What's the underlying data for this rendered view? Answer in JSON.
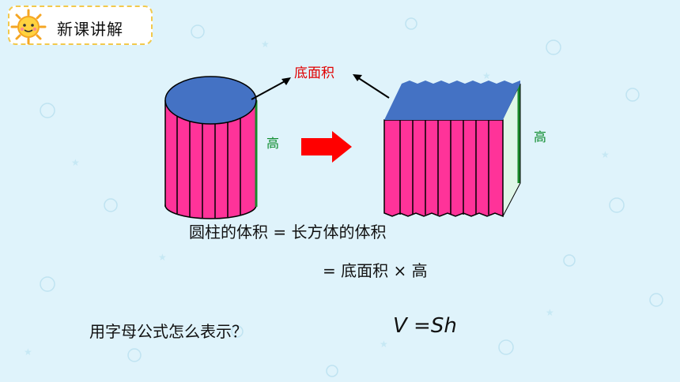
{
  "header": {
    "title": "新课讲解"
  },
  "diagram": {
    "base_area_label": "底面积",
    "height_label_cylinder": "高",
    "height_label_cuboid": "高"
  },
  "equations": {
    "line1": "圆柱的体积  =  长方体的体积",
    "line2": "=  底面积 × 高"
  },
  "question": {
    "text": "用字母公式怎么表示？",
    "answer": "V =Sh"
  },
  "colors": {
    "pink": "#ff3399",
    "blue_top": "#4472c4",
    "green_edge": "#1a8a2a",
    "arrow_red": "#ff0000",
    "background": "#dff3fb"
  }
}
